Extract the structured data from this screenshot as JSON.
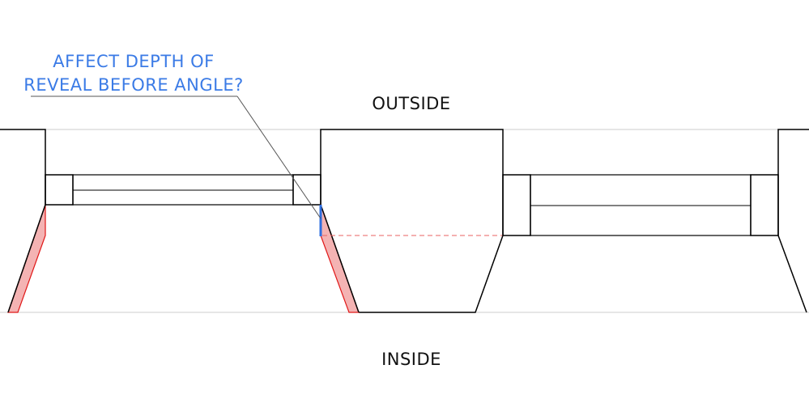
{
  "labels": {
    "outside": "OUTSIDE",
    "inside": "INSIDE"
  },
  "annotation": {
    "line1": "AFFECT DEPTH OF",
    "line2": "REVEAL BEFORE ANGLE?"
  },
  "colors": {
    "outline": "#000000",
    "guide": "#cccccc",
    "reveal_fill": "#f4b3b3",
    "reveal_stroke": "#e01818",
    "highlight": "#2f6fe0",
    "annotation_text": "#3b7be6",
    "dashed": "#e86060"
  }
}
